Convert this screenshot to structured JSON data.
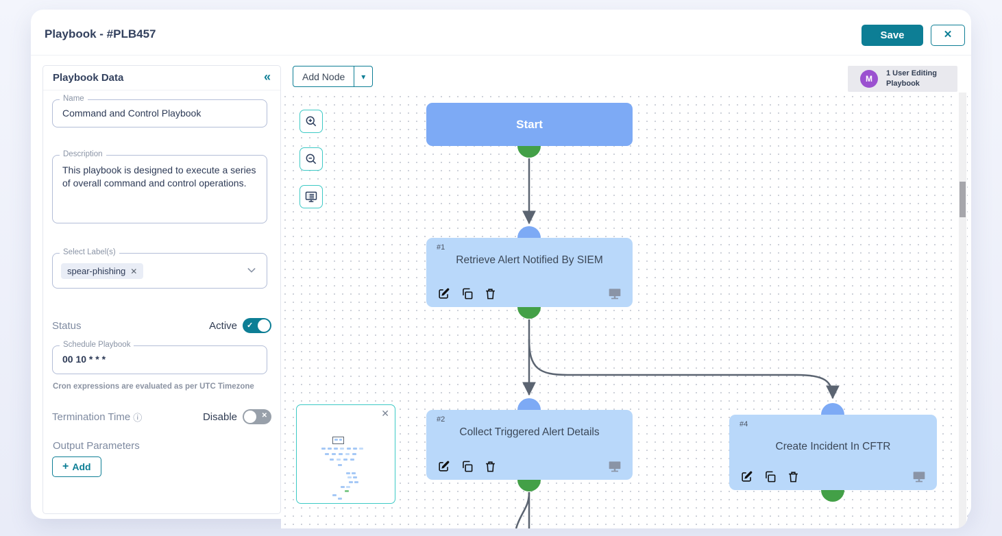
{
  "header": {
    "title": "Playbook - #PLB457",
    "save_label": "Save"
  },
  "sidebar": {
    "title": "Playbook Data",
    "name_field": {
      "label": "Name",
      "value": "Command and Control Playbook"
    },
    "description_field": {
      "label": "Description",
      "value": "This playbook is designed to execute a series of overall command and control operations."
    },
    "labels_field": {
      "label": "Select Label(s)",
      "chip": "spear-phishing"
    },
    "status_row": {
      "label": "Status",
      "value": "Active",
      "toggle_state": "on"
    },
    "schedule_field": {
      "label": "Schedule Playbook",
      "value": "00 10 * * *"
    },
    "cron_note": "Cron expressions are evaluated as per UTC Timezone",
    "termination_row": {
      "label": "Termination Time",
      "value": "Disable",
      "toggle_state": "off"
    },
    "output_parameters": {
      "label": "Output Parameters",
      "add_label": "Add"
    }
  },
  "canvas": {
    "add_node_label": "Add Node",
    "editing_badge": {
      "avatar_initial": "M",
      "text": "1 User Editing Playbook"
    },
    "nodes": [
      {
        "num": "",
        "title": "Start",
        "type": "start"
      },
      {
        "num": "#1",
        "title": "Retrieve Alert Notified By SIEM",
        "type": "action"
      },
      {
        "num": "#2",
        "title": "Collect Triggered Alert Details",
        "type": "action"
      },
      {
        "num": "#4",
        "title": "Create Incident In CFTR",
        "type": "action"
      }
    ]
  },
  "icons": {
    "collapse": "«",
    "close": "✕",
    "chip_remove": "✕",
    "dropdown_caret": "▾",
    "check": "✓",
    "cross": "✕",
    "info": "ⓘ",
    "plus": "+",
    "minimap_close": "✕"
  },
  "colors": {
    "accent_teal": "#0d7e95",
    "tool_teal": "#3cc9c5",
    "node_blue": "#7daaf5",
    "node_light_blue": "#b9d8fa",
    "connector_green": "#43a047",
    "edge_gray": "#5b6471",
    "avatar_purple": "#9b51d0",
    "text_dark": "#33415e",
    "label_gray": "#8a94a6"
  }
}
